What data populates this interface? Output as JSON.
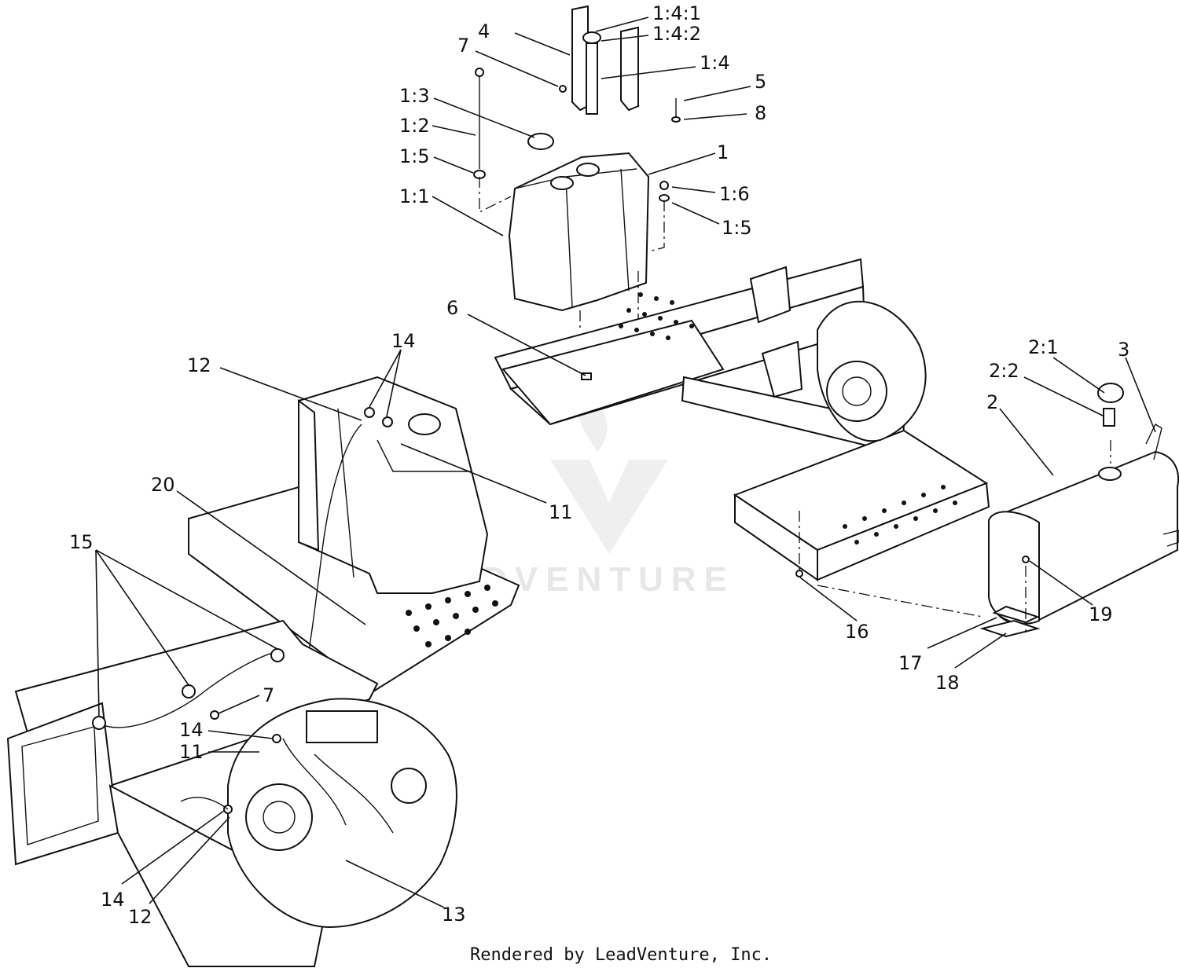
{
  "callouts": {
    "c_1_4_1": "1:4:1",
    "c_1_4_2": "1:4:2",
    "c_4": "4",
    "c_7_top": "7",
    "c_1_4": "1:4",
    "c_5": "5",
    "c_8": "8",
    "c_1_3": "1:3",
    "c_1_2": "1:2",
    "c_1": "1",
    "c_1_5_left": "1:5",
    "c_1_6": "1:6",
    "c_1_1": "1:1",
    "c_1_5_right": "1:5",
    "c_6": "6",
    "c_14_top": "14",
    "c_12_top": "12",
    "c_2_1": "2:1",
    "c_3": "3",
    "c_2_2": "2:2",
    "c_2": "2",
    "c_20": "20",
    "c_11_right": "11",
    "c_15": "15",
    "c_16": "16",
    "c_19": "19",
    "c_17": "17",
    "c_18": "18",
    "c_7_bottom": "7",
    "c_14_mid": "14",
    "c_11_left": "11",
    "c_14_bottom": "14",
    "c_12_bottom": "12",
    "c_13": "13"
  },
  "watermark": {
    "brand": "LEADVENTURE"
  },
  "footer": {
    "credit": "Rendered by LeadVenture, Inc."
  },
  "colors": {
    "line": "#111111",
    "watermark": "#e7e7e7",
    "background": "#ffffff"
  }
}
